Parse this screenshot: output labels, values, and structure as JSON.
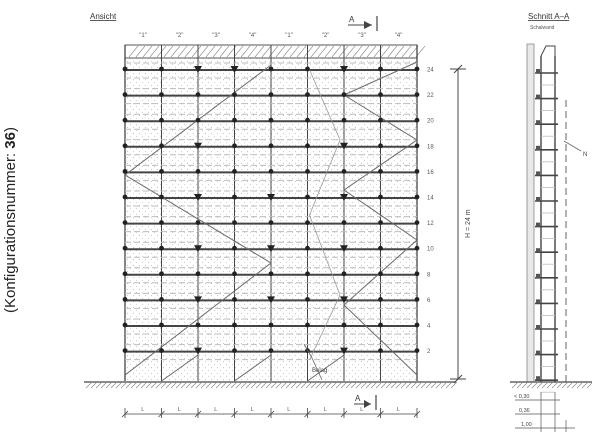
{
  "caption": {
    "prefix": "(Konfigurationsnummer: ",
    "number": "36",
    "suffix": ")"
  },
  "elevation": {
    "title": "Ansicht",
    "section_marker": "A",
    "column_labels": [
      "\"1\"",
      "\"2\"",
      "\"3\"",
      "\"4\"",
      "\"1\"",
      "\"2\"",
      "\"3\"",
      "\"4\""
    ],
    "level_labels": [
      "24",
      "22",
      "20",
      "18",
      "16",
      "14",
      "12",
      "10",
      "8",
      "6",
      "4",
      "2"
    ],
    "height_label": "H = 24 m",
    "annotation": "Belag",
    "bay_label": "L"
  },
  "section": {
    "title": "Schnitt A–A",
    "subtitle": "Schalwand",
    "dims": [
      "< 0,30",
      "0,36",
      "1,00"
    ],
    "note": "N"
  },
  "colors": {
    "line": "#444444",
    "light": "#9a9a9a",
    "dash": "#bcbcbc",
    "hatch": "#8a8a8a",
    "text": "#333333"
  }
}
